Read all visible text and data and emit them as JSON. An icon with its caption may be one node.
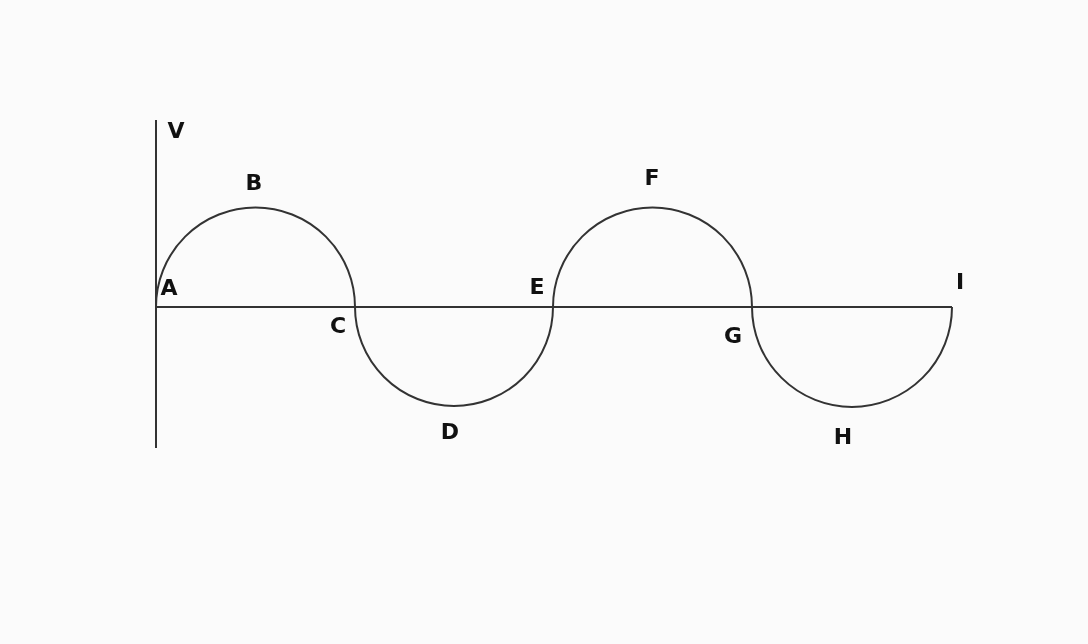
{
  "diagram": {
    "labels": [
      "V",
      "B",
      "F",
      "A",
      "E",
      "I",
      "C",
      "G",
      "D",
      "H"
    ]
  }
}
